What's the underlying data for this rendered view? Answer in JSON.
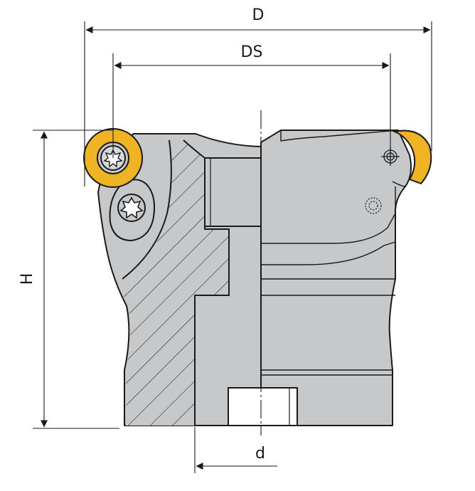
{
  "dimensions": {
    "outer_diameter": "D",
    "insert_circle_diameter": "DS",
    "height": "H",
    "bore_diameter": "d"
  },
  "colors": {
    "body": "#c6c8ca",
    "body_dark": "#b3b6b9",
    "insert": "#f0b323",
    "outline": "#1a1a1a"
  },
  "icons": {
    "screw": "torx-screw-icon",
    "coolant": "coolant-hole-icon"
  }
}
